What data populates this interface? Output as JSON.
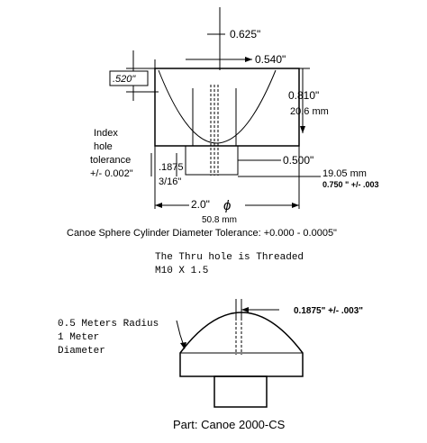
{
  "top_view": {
    "dim_overall_width": "0.625\"",
    "dim_inner_width": "0.540\"",
    "dim_left_height": ".520\"",
    "dim_cut_depth_in": "0.810\"",
    "dim_cut_depth_mm": "20.6 mm",
    "index_hole_label_lines": [
      "Index",
      "hole",
      "tolerance",
      "+/- 0.002\""
    ],
    "dim_index_hole_in": ".1875",
    "dim_index_hole_frac": "3/16\"",
    "dim_pin_height": "0.500\"",
    "dim_pin_mm": "19.05 mm",
    "dim_pin_tol": "0.750 \" +/- .003",
    "dim_diameter_in": "2.0\"",
    "diameter_symbol": "ϕ",
    "dim_diameter_mm": "50.8 mm",
    "cylinder_tolerance": "Canoe Sphere Cylinder Diameter Tolerance: +0.000 - 0.0005\""
  },
  "thread_note": {
    "line1": "The Thru hole is Threaded",
    "line2": "M10 X 1.5"
  },
  "side_view": {
    "dim_hole": "0.1875\" +/-  .003\"",
    "radius_label_lines": [
      "0.5 Meters Radius",
      "1 Meter",
      "Diameter"
    ]
  },
  "part_label": "Part: Canoe 2000-CS"
}
